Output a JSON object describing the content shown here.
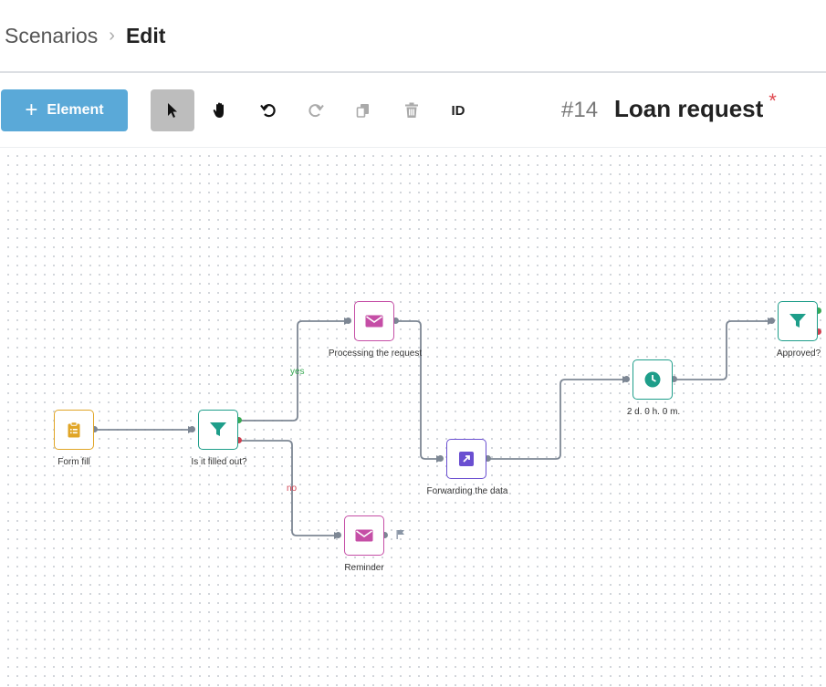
{
  "breadcrumb": {
    "parent": "Scenarios",
    "separator": ">",
    "current": "Edit"
  },
  "toolbar": {
    "add_label": "Element",
    "add_icon": "plus-icon",
    "tools": [
      "select-pointer-icon",
      "pan-hand-icon",
      "undo-icon",
      "redo-icon",
      "copy-icon",
      "delete-icon"
    ],
    "id_label": "ID"
  },
  "scenario": {
    "number": "#14",
    "name": "Loan request",
    "unsaved_marker": "*"
  },
  "nodes": [
    {
      "key": "form_fill",
      "label": "Form fill",
      "icon": "clipboard-icon",
      "color": "#e0a526"
    },
    {
      "key": "filter",
      "label": "Is it filled out?",
      "icon": "filter-icon",
      "color": "#1e9e8a"
    },
    {
      "key": "processing",
      "label": "Processing the request",
      "icon": "envelope-icon",
      "color": "#c54ea6"
    },
    {
      "key": "forward",
      "label": "Forwarding the data",
      "icon": "forward-arrow-icon",
      "color": "#6a4fd1"
    },
    {
      "key": "reminder",
      "label": "Reminder",
      "icon": "envelope-icon",
      "color": "#c54ea6"
    },
    {
      "key": "delay",
      "label": "2 d. 0 h. 0 m.",
      "icon": "clock-icon",
      "color": "#1e9e8a"
    },
    {
      "key": "approved",
      "label": "Approved?",
      "icon": "filter-icon",
      "color": "#1e9e8a"
    }
  ],
  "edge_labels": {
    "yes": "yes",
    "no": "no"
  },
  "colors": {
    "accent": "#5aa9d8",
    "edge": "#7d8794",
    "yes": "#3aaa55",
    "no": "#d04050",
    "flag": "#8a96a6"
  }
}
